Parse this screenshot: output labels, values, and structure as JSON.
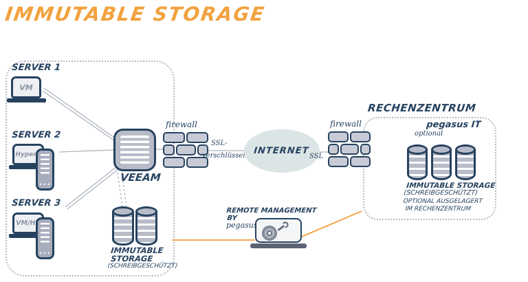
{
  "title": "IMMUTABLE STORAGE",
  "colors": {
    "accent_orange": "#F2A23F",
    "ink_navy": "#26425F",
    "fill_grey": "#B8BCC9",
    "cloud_fill": "#DCE5E5"
  },
  "onprem": {
    "servers": [
      {
        "label": "SERVER 1",
        "screen": "VM"
      },
      {
        "label": "SERVER 2",
        "screen": "HyperV"
      },
      {
        "label": "SERVER 3",
        "screen": "VM/HV"
      }
    ],
    "veeam_label": "VEEAM",
    "storage": {
      "line1": "IMMUTABLE",
      "line2": "STORAGE",
      "note": "(SCHREIBGESCHÜTZT)"
    }
  },
  "network": {
    "firewall_left_label": "firewall",
    "ssl_encrypted_line1": "SSL-",
    "ssl_encrypted_line2": "verschlüsselt",
    "internet_label": "INTERNET",
    "ssl_label": "SSL",
    "firewall_right_label": "firewall"
  },
  "datacenter": {
    "title": "RECHENZENTRUM",
    "provider": "pegasus IT",
    "optional_label": "optional",
    "storage_title": "IMMUTABLE STORAGE",
    "storage_note": "(SCHREIBGESCHÜTZT)",
    "storage_note2": "OPTIONAL AUSGELAGERT",
    "storage_note3": "IM RECHENZENTRUM"
  },
  "remote": {
    "line1": "REMOTE MANAGEMENT",
    "line2": "BY",
    "line3": "pegasus"
  }
}
